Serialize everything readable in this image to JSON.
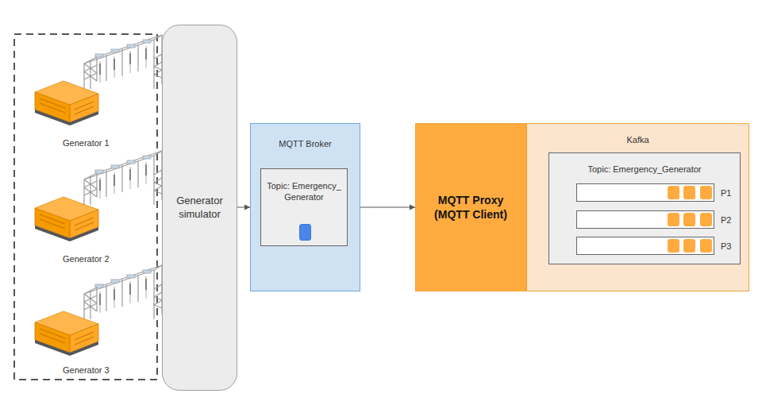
{
  "diagram": {
    "nodes": [
      {
        "text": [
          "Generator simulator"
        ]
      },
      {
        "text": [
          "MQTT Broker"
        ]
      },
      {
        "text": [
          "Topic: Emergency_ Generator"
        ],
        "in": 1
      },
      {
        "text": [
          "MQTT Proxy (MQTT Client)"
        ]
      },
      {
        "text": [
          "Kafka"
        ]
      },
      {
        "text": [
          "Topic: Emergency_Generator"
        ],
        "in": 4
      },
      {
        "text": [
          "P1"
        ],
        "in": 5
      },
      {
        "text": [
          "P2"
        ],
        "in": 5
      },
      {
        "text": [
          "P3"
        ],
        "in": 5
      }
    ],
    "edges": [
      {
        "from": 0,
        "to": 1,
        "arrow": "to"
      },
      {
        "from": 2,
        "to": 3,
        "arrow": "to"
      },
      {
        "from": 3,
        "to": 5,
        "arrow": "to"
      }
    ],
    "labels": [
      "Generator 1",
      "Generator 2",
      "Generator 3"
    ]
  }
}
